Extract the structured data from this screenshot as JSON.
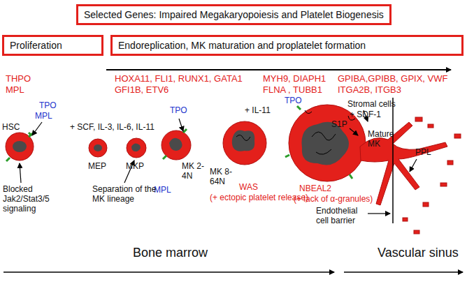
{
  "diagram": {
    "title": "Selected Genes: Impaired Megakaryopoiesis and Platelet Biogenesis",
    "nodes": [
      {
        "text": [
          "Selected Genes: Impaired Megakaryopoiesis and Platelet Biogenesis"
        ]
      },
      {
        "text": [
          "Proliferation"
        ]
      },
      {
        "text": [
          "Endoreplication, MK maturation and proplatelet formation"
        ]
      }
    ],
    "edges": [],
    "labels": [
      "THPO",
      "MPL",
      "HOXA11, FLI1, RUNX1, GATA1",
      "GFI1B, ETV6",
      "MYH9, DIAPH1",
      "FLNA , TUBB1",
      "GPIBA,GPIBB, GPIX, VWF",
      "ITGA2B, ITGB3",
      "TPO",
      "MPL",
      "HSC",
      "+ SCF, IL-3, IL-6, IL-11",
      "TPO",
      "MEP",
      "MKP",
      "MK 2-4N",
      "MK 8-64N",
      "MPL",
      "+ IL-11",
      "WAS",
      "(+ ectopic platelet release)",
      "TPO",
      "NBEAL2",
      "(+ lack of α-granules)",
      "Stromal cells",
      "+ SDF-1",
      "S1P",
      "Mature MK",
      "PPL",
      "Endothelial cell barrier",
      "Blocked Jak2/Stat3/5 signaling",
      "Separation of the MK lineage",
      "Bone marrow",
      "Vascular sinus"
    ]
  }
}
